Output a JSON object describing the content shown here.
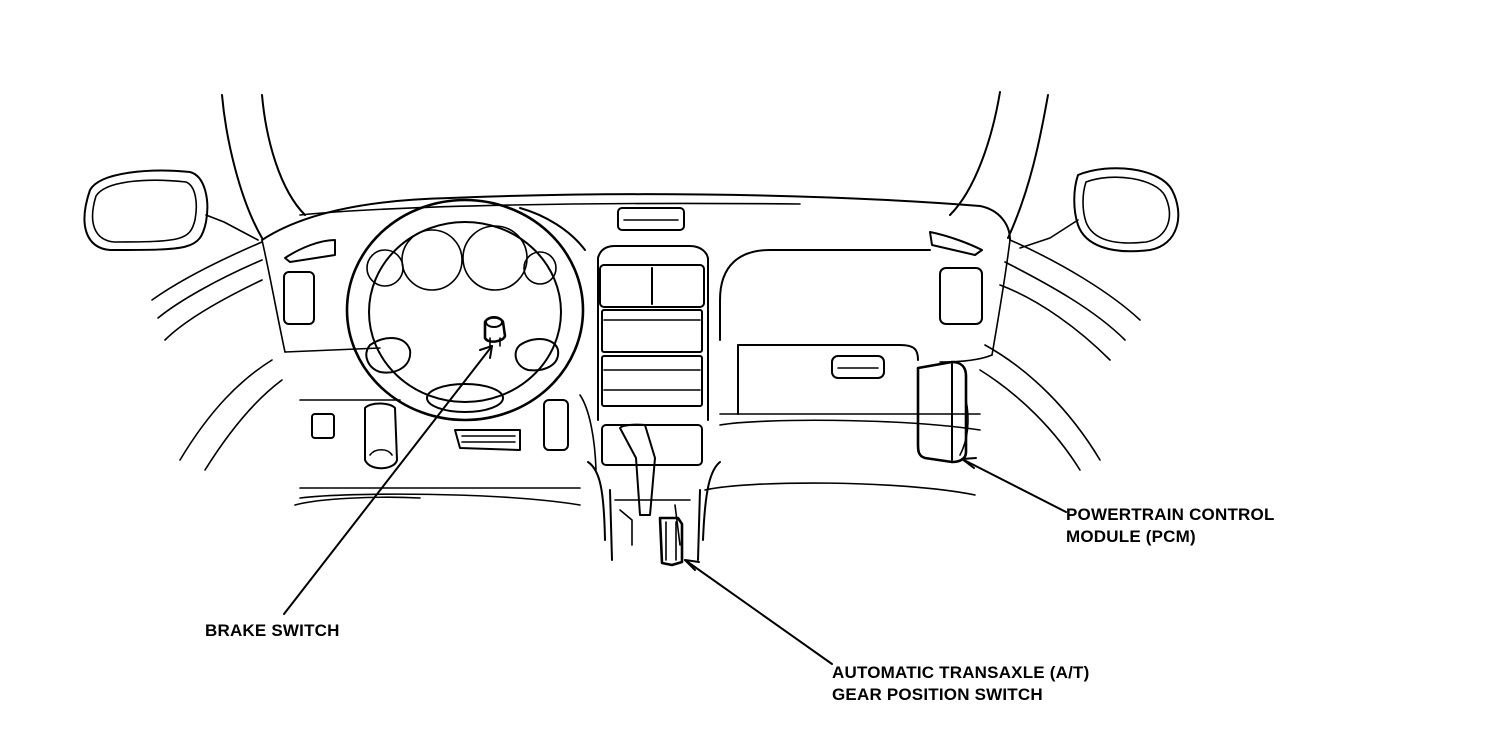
{
  "callouts": {
    "brake_switch": "BRAKE SWITCH",
    "pcm_line1": "POWERTRAIN CONTROL",
    "pcm_line2": "MODULE (PCM)",
    "at_line1": "AUTOMATIC TRANSAXLE (A/T)",
    "at_line2": "GEAR POSITION SWITCH"
  },
  "colors": {
    "ink": "#000000",
    "paper": "#ffffff"
  }
}
